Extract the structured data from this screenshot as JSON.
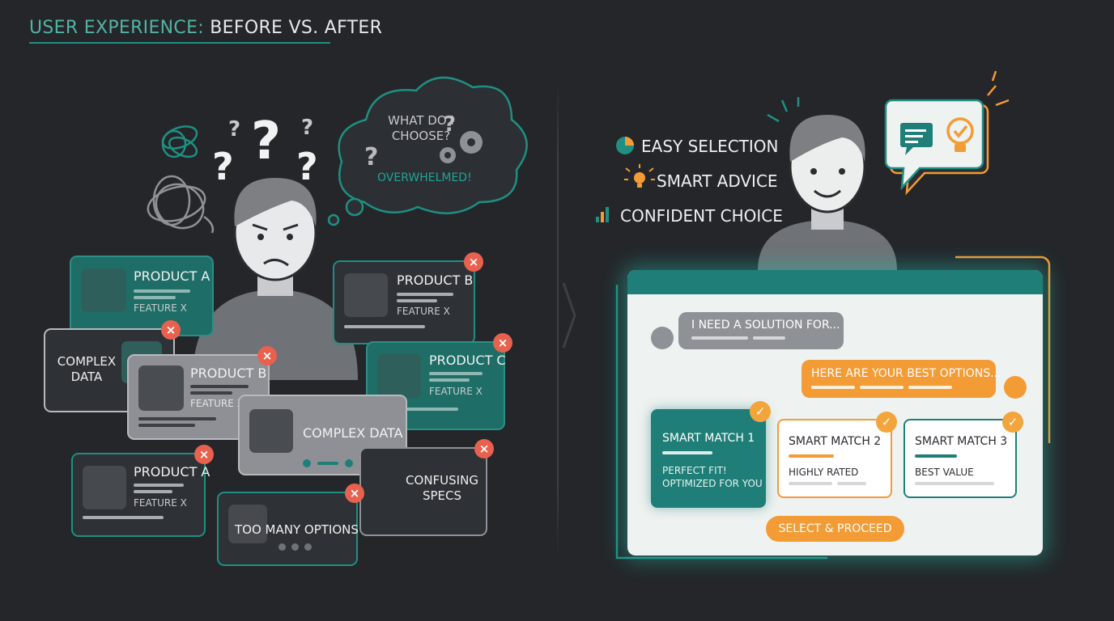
{
  "title": {
    "prefix": "USER EXPERIENCE:",
    "rest": " BEFORE VS. AFTER"
  },
  "before": {
    "thought": {
      "line1": "WHAT DO I",
      "line2": "CHOOSE?",
      "status": "OVERWHELMED!"
    },
    "cards": [
      {
        "name": "PRODUCT A",
        "feature": "FEATURE X"
      },
      {
        "name": "PRODUCT B",
        "feature": "FEATURE X"
      },
      {
        "big": "COMPLEX\nDATA"
      },
      {
        "name": "PRODUCT B",
        "feature": "FEATURE X"
      },
      {
        "name": "PRODUCT C",
        "feature": "FEATURE X"
      },
      {
        "big": "COMPLEX DATA"
      },
      {
        "name": "PRODUCT A",
        "feature": "FEATURE X"
      },
      {
        "big": "CONFUSING\nSPECS"
      },
      {
        "big": "TOO MANY OPTIONS"
      }
    ],
    "close_icon": "×"
  },
  "after": {
    "benefits": [
      "EASY SELECTION",
      "SMART ADVICE",
      "CONFIDENT CHOICE"
    ],
    "chat": {
      "user_message": "I NEED A SOLUTION FOR...",
      "assistant_message": "HERE ARE YOUR BEST OPTIONS..."
    },
    "matches": [
      {
        "title": "SMART MATCH 1",
        "sub1": "PERFECT FIT!",
        "sub2": "OPTIMIZED FOR YOU"
      },
      {
        "title": "SMART MATCH 2",
        "sub1": "HIGHLY RATED"
      },
      {
        "title": "SMART MATCH 3",
        "sub1": "BEST VALUE"
      }
    ],
    "check_icon": "✓",
    "action_label": "SELECT & PROCEED"
  },
  "colors": {
    "teal": "#1f7f78",
    "orange": "#f39b34",
    "red": "#e8614e",
    "background": "#24262a"
  }
}
